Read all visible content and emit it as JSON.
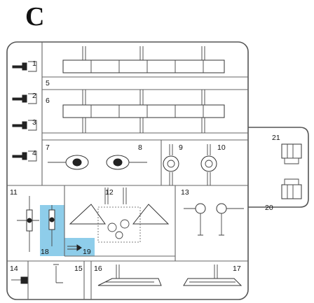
{
  "sprue": {
    "letter": "C",
    "part_numbers": [
      "1",
      "2",
      "3",
      "4",
      "5",
      "6",
      "7",
      "8",
      "9",
      "10",
      "11",
      "12",
      "13",
      "14",
      "15",
      "16",
      "17",
      "18",
      "19",
      "20",
      "21"
    ],
    "highlight_color": "#8ecdea",
    "highlighted_parts": [
      "18",
      "19"
    ]
  }
}
